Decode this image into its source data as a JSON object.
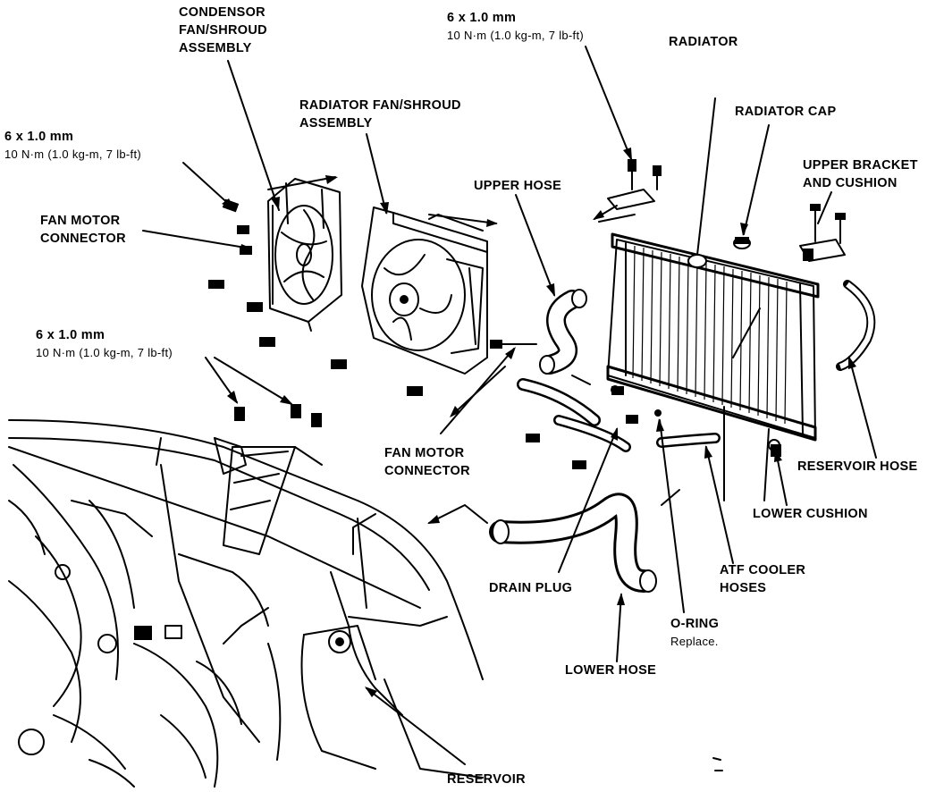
{
  "labels": {
    "condensor_fan": [
      "CONDENSOR",
      "FAN/SHROUD",
      "ASSEMBLY"
    ],
    "spec_top_right": [
      "6 x 1.0 mm",
      "10 N·m (1.0 kg-m, 7 lb-ft)"
    ],
    "radiator": "RADIATOR",
    "radiator_fan": [
      "RADIATOR FAN/SHROUD",
      "ASSEMBLY"
    ],
    "radiator_cap": "RADIATOR CAP",
    "spec_left": [
      "6 x 1.0 mm",
      "10 N·m (1.0 kg-m, 7 lb-ft)"
    ],
    "upper_hose": "UPPER HOSE",
    "upper_bracket": [
      "UPPER BRACKET",
      "AND CUSHION"
    ],
    "fan_motor_connector_left": [
      "FAN MOTOR",
      "CONNECTOR"
    ],
    "spec_lower_left": [
      "6 x 1.0 mm",
      "10 N·m (1.0 kg-m, 7 lb-ft)"
    ],
    "fan_motor_connector_mid": [
      "FAN MOTOR",
      "CONNECTOR"
    ],
    "reservoir_hose": "RESERVOIR HOSE",
    "lower_cushion": "LOWER CUSHION",
    "atf_cooler": [
      "ATF COOLER",
      "HOSES"
    ],
    "drain_plug": "DRAIN PLUG",
    "o_ring": "O-RING",
    "o_ring_note": "Replace.",
    "lower_hose": "LOWER HOSE",
    "reservoir": "RESERVOIR"
  }
}
